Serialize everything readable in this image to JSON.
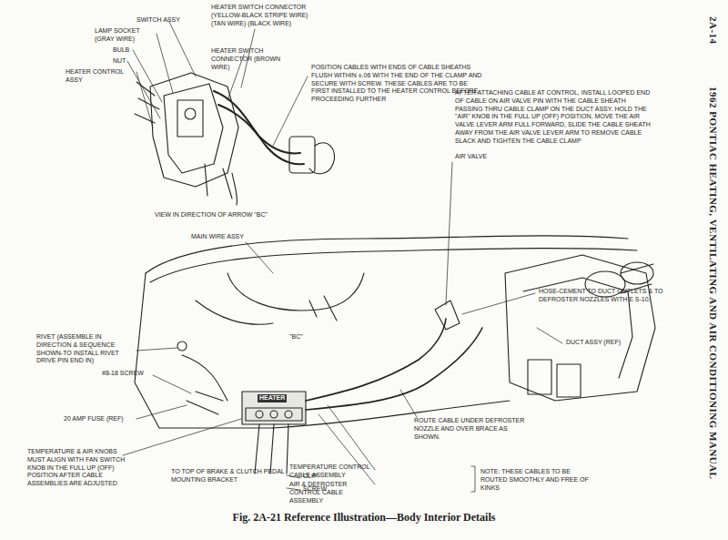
{
  "diagram": {
    "caption": "Fig. 2A-21 Reference Illustration—Body Interior Details",
    "labels": [
      "2A-14",
      "1962 PONTIAC HEATING, VENTILATING AND AIR CONDITIONING MANUAL",
      "HEATER SWITCH CONNECTOR (YELLOW-BLACK STRIPE WIRE) (TAN WIRE) (BLACK WIRE)",
      "SWITCH ASSY",
      "LAMP SOCKET (GRAY WIRE)",
      "BULB",
      "NUT",
      "HEATER CONTROL ASSY",
      "HEATER SWITCH CONNECTOR (BROWN WIRE)",
      "POSITION CABLES WITH ENDS OF CABLE SHEATHS FLUSH WITHIN ±.06 WITH THE END OF THE CLAMP AND SECURE WITH SCREW. THESE CABLES ARE TO BE FIRST INSTALLED TO THE HEATER CONTROL BEFORE PROCEEDING FURTHER",
      "VIEW IN DIRECTION OF ARROW \"BC\"",
      "AFTER ATTACHING CABLE AT CONTROL, INSTALL LOOPED END OF CABLE ON AIR VALVE PIN WITH THE CABLE SHEATH PASSING THRU CABLE CLAMP ON THE DUCT ASSY. HOLD THE \"AIR\" KNOB IN THE FULL UP (OFF) POSITION, MOVE THE AIR VALVE LEVER ARM FULL FORWARD, SLIDE THE CABLE SHEATH AWAY FROM THE AIR VALVE LEVER ARM TO REMOVE CABLE SLACK AND TIGHTEN THE CABLE CLAMP",
      "AIR VALVE",
      "MAIN WIRE ASSY",
      "\"BC\"",
      "HOSE-CEMENT TO DUCT OUTLETS & TO DEFROSTER NOZZLES WITH E S-10.",
      "DUCT ASSY (REF)",
      "RIVET (ASSEMBLE IN DIRECTION & SEQUENCE SHOWN-TO INSTALL RIVET DRIVE PIN END IN)",
      "#8-18 SCREW",
      "20 AMP FUSE (REF)",
      "HEATER",
      "TEMPERATURE & AIR KNOBS MUST ALIGN WITH FAN SWITCH KNOB IN THE FULL UP (OFF) POSITION AFTER CABLE ASSEMBLIES ARE ADJUSTED",
      "TO TOP OF BRAKE & CLUTCH PEDAL MOUNTING BRACKET",
      "CLIP",
      "SCREW",
      "ROUTE CABLE UNDER DEFROSTER NOZZLE AND OVER BRACE AS SHOWN.",
      "TEMPERATURE CONTROL CABLE ASSEMBLY",
      "AIR & DEFROSTER CONTROL CABLE ASSEMBLY",
      "NOTE: THESE CABLES TO BE ROUTED SMOOTHLY AND FREE OF KINKS"
    ]
  }
}
